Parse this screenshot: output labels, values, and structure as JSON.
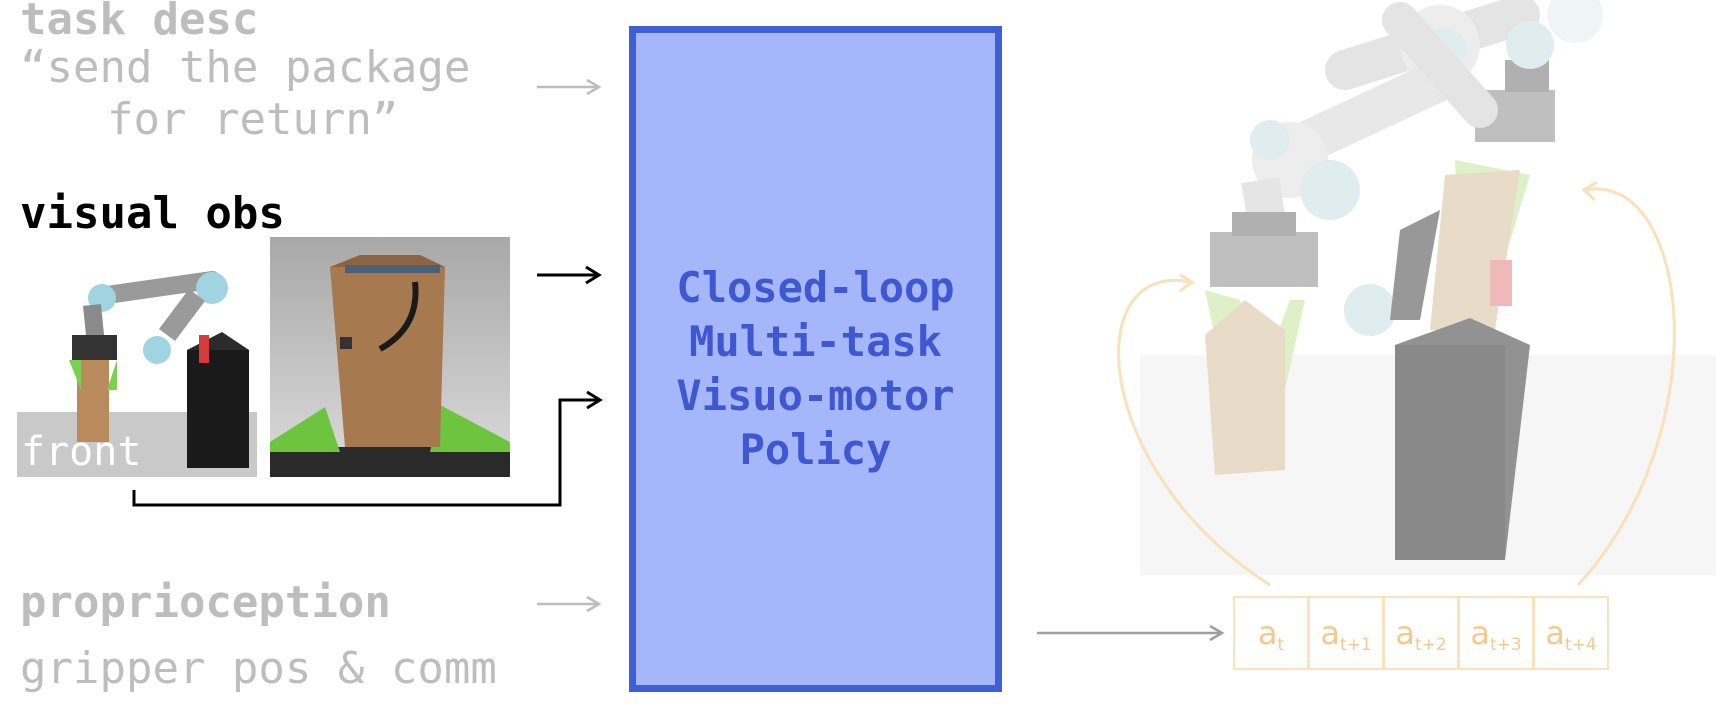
{
  "task_desc": {
    "heading": "task desc",
    "lines": [
      "“send the package",
      "for return”"
    ]
  },
  "visual_obs": {
    "heading": "visual obs",
    "front_label": "front"
  },
  "proprioception": {
    "heading": "proprioception",
    "subtext": "gripper pos & comm"
  },
  "policy": {
    "lines": [
      "Closed-loop",
      "Multi-task",
      "Visuo-motor",
      "Policy"
    ]
  },
  "actions": [
    {
      "base": "a",
      "sub": "t"
    },
    {
      "base": "a",
      "sub": "t+1"
    },
    {
      "base": "a",
      "sub": "t+2"
    },
    {
      "base": "a",
      "sub": "t+3"
    },
    {
      "base": "a",
      "sub": "t+4"
    }
  ],
  "colors": {
    "policy_fill": "#a6b6fb",
    "policy_border": "#3f5fd8",
    "policy_text": "#3d58d0",
    "faded_text": "#bdbdbd",
    "action_orange": "#f4c98e"
  }
}
